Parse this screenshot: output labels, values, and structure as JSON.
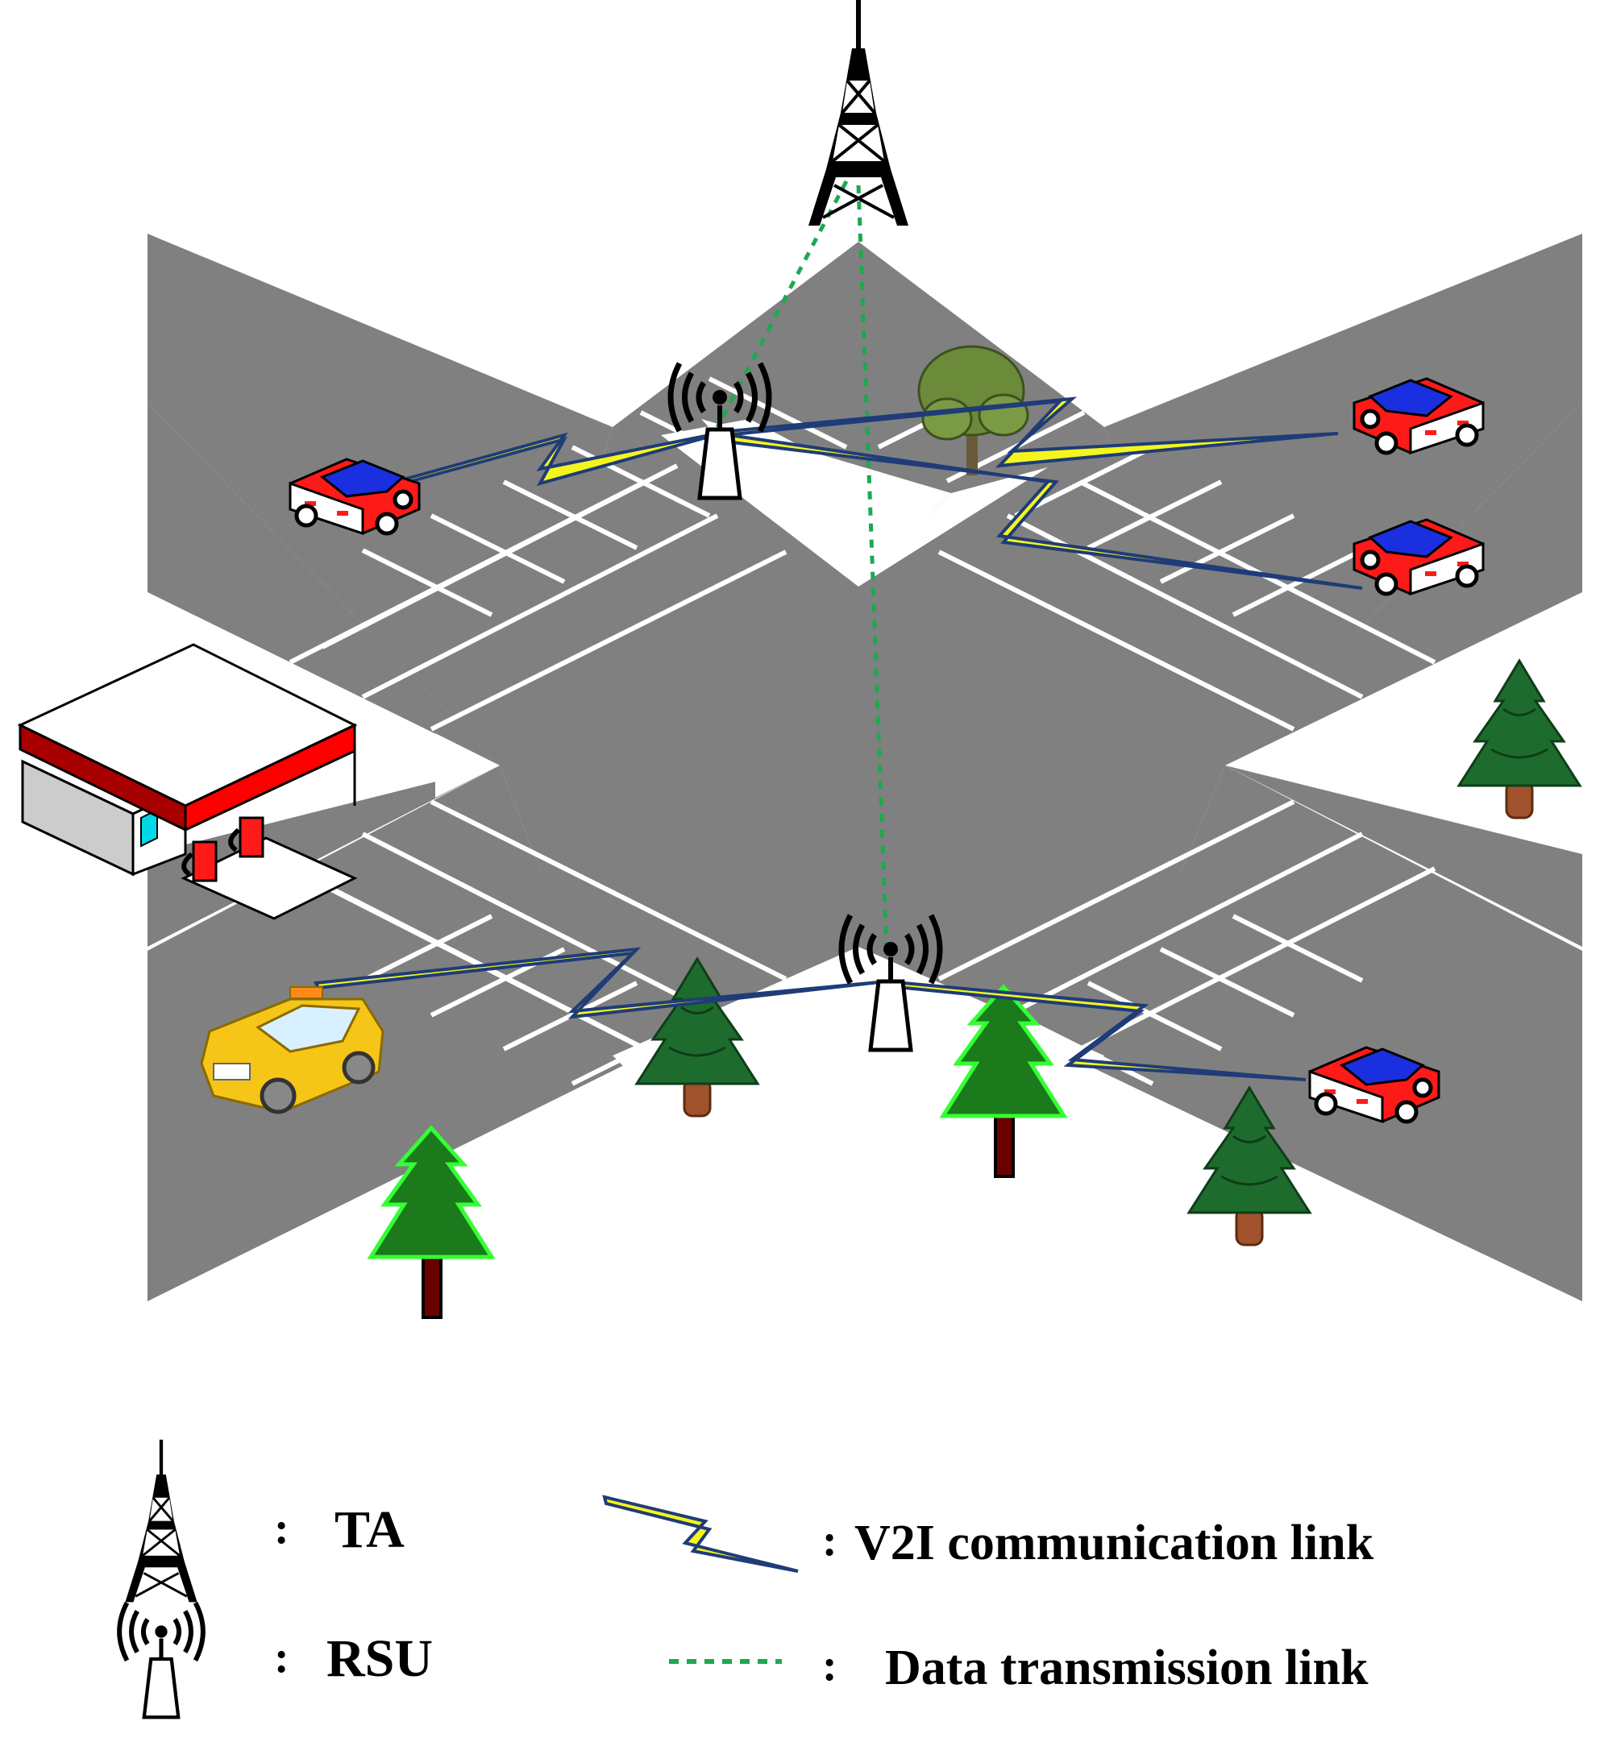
{
  "legend": {
    "ta": {
      "separator": ":",
      "label": "TA",
      "icon": "tower-icon"
    },
    "rsu": {
      "separator": ":",
      "label": "RSU",
      "icon": "antenna-icon"
    },
    "v2i": {
      "separator": ":",
      "label": "V2I communication link",
      "icon": "lightning-link-icon"
    },
    "data": {
      "separator": ":",
      "label": "Data transmission link",
      "icon": "dashed-green-line-icon"
    }
  },
  "colors": {
    "road": "#808080",
    "lane_marking": "#ffffff",
    "v2i_outline": "#1f3c78",
    "v2i_fill": "#f5f51e",
    "data_link": "#1fa84f",
    "car_body": "#ff1a1a",
    "car_roof": "#1a2fe0",
    "taxi_body": "#f5c518",
    "tree_dark": "#1e6b2e",
    "tree_bright": "#1fb51f",
    "station_roof": "#d40000"
  }
}
